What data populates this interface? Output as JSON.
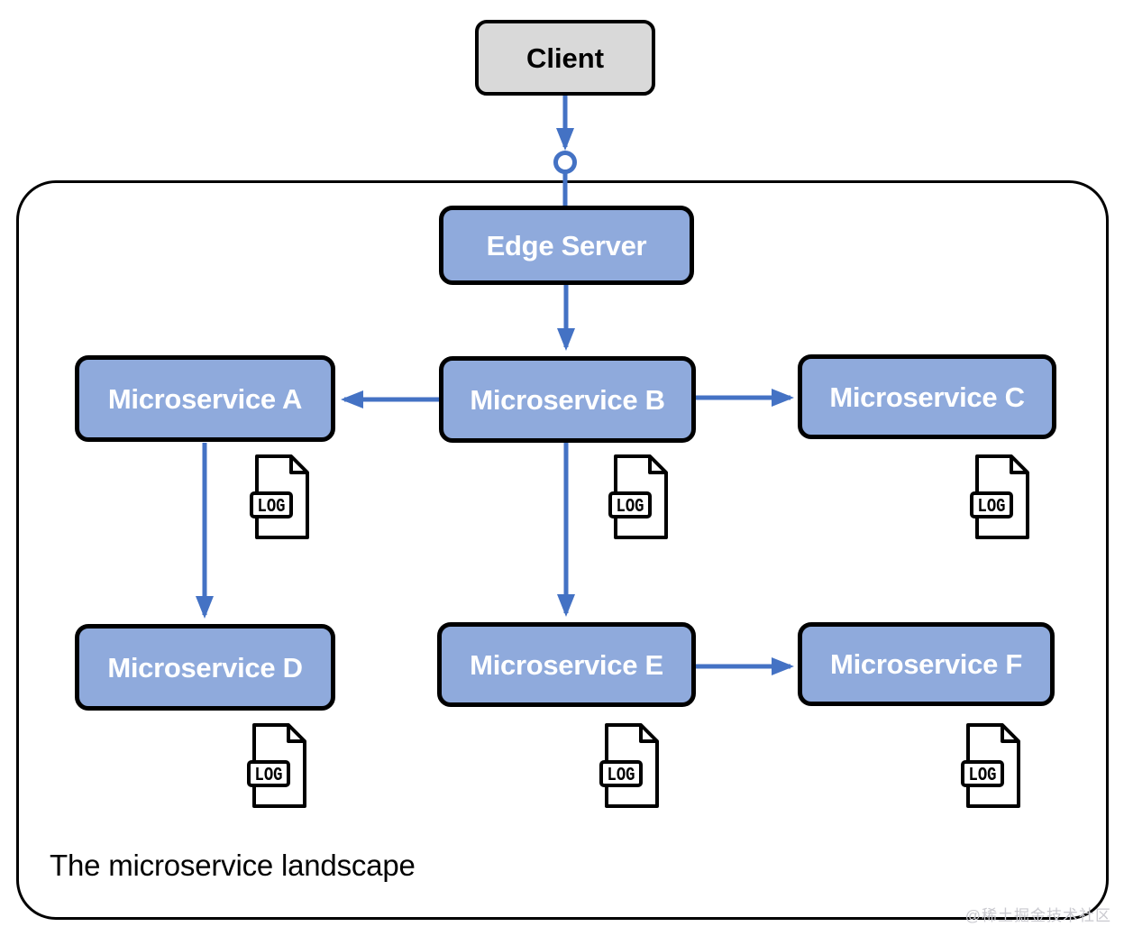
{
  "diagram": {
    "title": "The microservice landscape",
    "boundary_label": "The microservice landscape",
    "watermark": "@稀土掘金技术社区",
    "colors": {
      "service_fill": "#8FAADC",
      "client_fill": "#D9D9D9",
      "node_border": "#000000",
      "arrow": "#4472C4",
      "service_text": "#FFFFFF",
      "client_text": "#000000",
      "watermark_text": "#C9C9CF"
    },
    "nodes": [
      {
        "id": "client",
        "label": "Client",
        "kind": "external-client",
        "inside_landscape": false
      },
      {
        "id": "edge",
        "label": "Edge Server",
        "kind": "service",
        "inside_landscape": true
      },
      {
        "id": "svc-a",
        "label": "Microservice A",
        "kind": "service",
        "inside_landscape": true
      },
      {
        "id": "svc-b",
        "label": "Microservice B",
        "kind": "service",
        "inside_landscape": true
      },
      {
        "id": "svc-c",
        "label": "Microservice C",
        "kind": "service",
        "inside_landscape": true
      },
      {
        "id": "svc-d",
        "label": "Microservice D",
        "kind": "service",
        "inside_landscape": true
      },
      {
        "id": "svc-e",
        "label": "Microservice E",
        "kind": "service",
        "inside_landscape": true
      },
      {
        "id": "svc-f",
        "label": "Microservice F",
        "kind": "service",
        "inside_landscape": true
      }
    ],
    "edges": [
      {
        "from": "client",
        "to": "edge",
        "marker": "circle-then-arrow"
      },
      {
        "from": "edge",
        "to": "svc-b",
        "marker": "arrow"
      },
      {
        "from": "svc-b",
        "to": "svc-a",
        "marker": "arrow"
      },
      {
        "from": "svc-b",
        "to": "svc-c",
        "marker": "arrow"
      },
      {
        "from": "svc-a",
        "to": "svc-d",
        "marker": "arrow"
      },
      {
        "from": "svc-b",
        "to": "svc-e",
        "marker": "arrow"
      },
      {
        "from": "svc-e",
        "to": "svc-f",
        "marker": "arrow"
      }
    ],
    "log_icons": [
      {
        "id": "log-a",
        "label": "LOG",
        "for_node": "svc-a"
      },
      {
        "id": "log-b",
        "label": "LOG",
        "for_node": "svc-b"
      },
      {
        "id": "log-c",
        "label": "LOG",
        "for_node": "svc-c"
      },
      {
        "id": "log-d",
        "label": "LOG",
        "for_node": "svc-d"
      },
      {
        "id": "log-e",
        "label": "LOG",
        "for_node": "svc-e"
      },
      {
        "id": "log-f",
        "label": "LOG",
        "for_node": "svc-f"
      }
    ]
  }
}
